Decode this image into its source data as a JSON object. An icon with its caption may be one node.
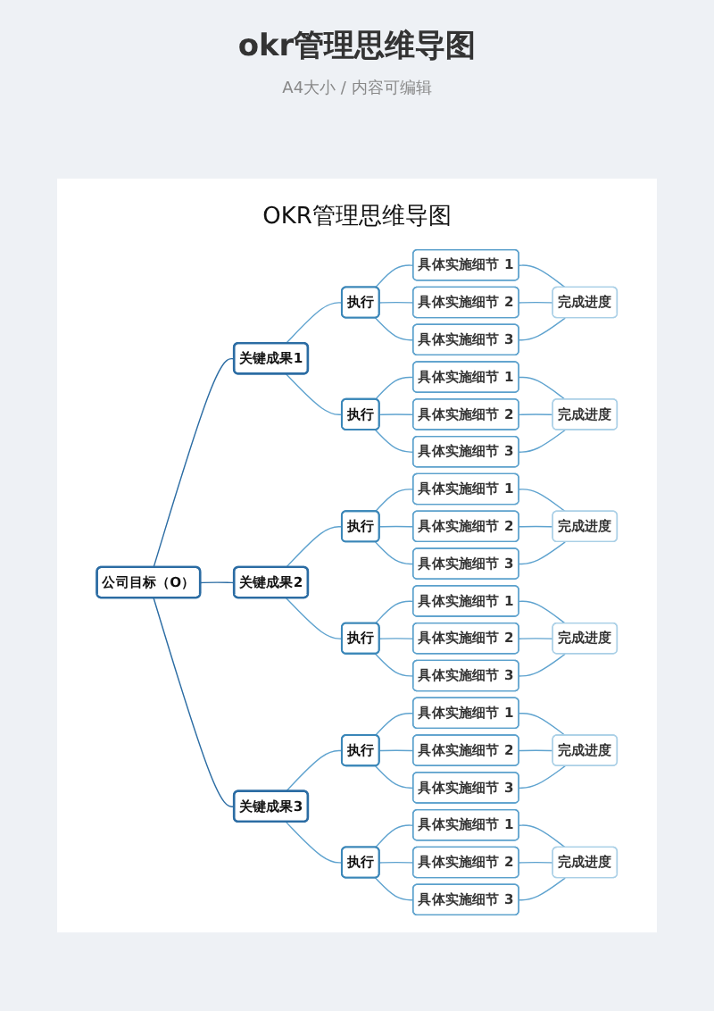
{
  "diagram": {
    "title": "OKR管理思维导图",
    "labels": [
      "okr管理思维导图",
      "A4大小 / 内容可编辑"
    ],
    "nodes": [
      {
        "text": [
          "公司目标（O）"
        ]
      },
      {
        "text": [
          "关键成果1"
        ]
      },
      {
        "text": [
          "执行"
        ]
      },
      {
        "text": [
          "具体实施细节 1"
        ]
      },
      {
        "text": [
          "具体实施细节 2"
        ]
      },
      {
        "text": [
          "具体实施细节 3"
        ]
      },
      {
        "text": [
          "完成进度"
        ]
      },
      {
        "text": [
          "执行"
        ]
      },
      {
        "text": [
          "具体实施细节 1"
        ]
      },
      {
        "text": [
          "具体实施细节 2"
        ]
      },
      {
        "text": [
          "具体实施细节 3"
        ]
      },
      {
        "text": [
          "完成进度"
        ]
      },
      {
        "text": [
          "关键成果2"
        ]
      },
      {
        "text": [
          "执行"
        ]
      },
      {
        "text": [
          "具体实施细节 1"
        ]
      },
      {
        "text": [
          "具体实施细节 2"
        ]
      },
      {
        "text": [
          "具体实施细节 3"
        ]
      },
      {
        "text": [
          "完成进度"
        ]
      },
      {
        "text": [
          "执行"
        ]
      },
      {
        "text": [
          "具体实施细节 1"
        ]
      },
      {
        "text": [
          "具体实施细节 2"
        ]
      },
      {
        "text": [
          "具体实施细节 3"
        ]
      },
      {
        "text": [
          "完成进度"
        ]
      },
      {
        "text": [
          "关键成果3"
        ]
      },
      {
        "text": [
          "执行"
        ]
      },
      {
        "text": [
          "具体实施细节 1"
        ]
      },
      {
        "text": [
          "具体实施细节 2"
        ]
      },
      {
        "text": [
          "具体实施细节 3"
        ]
      },
      {
        "text": [
          "完成进度"
        ]
      },
      {
        "text": [
          "执行"
        ]
      },
      {
        "text": [
          "具体实施细节 1"
        ]
      },
      {
        "text": [
          "具体实施细节 2"
        ]
      },
      {
        "text": [
          "具体实施细节 3"
        ]
      },
      {
        "text": [
          "完成进度"
        ]
      }
    ],
    "edges": [
      {
        "from": 0,
        "to": 1,
        "arrow": "none",
        "color": "#2b6ca3"
      },
      {
        "from": 0,
        "to": 12,
        "arrow": "none",
        "color": "#2b6ca3"
      },
      {
        "from": 0,
        "to": 23,
        "arrow": "none",
        "color": "#2b6ca3"
      },
      {
        "from": 1,
        "to": 2,
        "arrow": "none"
      },
      {
        "from": 1,
        "to": 7,
        "arrow": "none"
      },
      {
        "from": 12,
        "to": 13,
        "arrow": "none"
      },
      {
        "from": 12,
        "to": 18,
        "arrow": "none"
      },
      {
        "from": 23,
        "to": 24,
        "arrow": "none"
      },
      {
        "from": 23,
        "to": 29,
        "arrow": "none"
      },
      {
        "from": 2,
        "to": 3,
        "arrow": "none"
      },
      {
        "from": 2,
        "to": 4,
        "arrow": "none"
      },
      {
        "from": 2,
        "to": 5,
        "arrow": "none"
      },
      {
        "from": 7,
        "to": 8,
        "arrow": "none"
      },
      {
        "from": 7,
        "to": 9,
        "arrow": "none"
      },
      {
        "from": 7,
        "to": 10,
        "arrow": "none"
      },
      {
        "from": 13,
        "to": 14,
        "arrow": "none"
      },
      {
        "from": 13,
        "to": 15,
        "arrow": "none"
      },
      {
        "from": 13,
        "to": 16,
        "arrow": "none"
      },
      {
        "from": 18,
        "to": 19,
        "arrow": "none"
      },
      {
        "from": 18,
        "to": 20,
        "arrow": "none"
      },
      {
        "from": 18,
        "to": 21,
        "arrow": "none"
      },
      {
        "from": 24,
        "to": 25,
        "arrow": "none"
      },
      {
        "from": 24,
        "to": 26,
        "arrow": "none"
      },
      {
        "from": 24,
        "to": 27,
        "arrow": "none"
      },
      {
        "from": 29,
        "to": 30,
        "arrow": "none"
      },
      {
        "from": 29,
        "to": 31,
        "arrow": "none"
      },
      {
        "from": 29,
        "to": 32,
        "arrow": "none"
      },
      {
        "from": 3,
        "to": 6,
        "arrow": "none"
      },
      {
        "from": 4,
        "to": 6,
        "arrow": "none"
      },
      {
        "from": 5,
        "to": 6,
        "arrow": "none"
      },
      {
        "from": 8,
        "to": 11,
        "arrow": "none"
      },
      {
        "from": 9,
        "to": 11,
        "arrow": "none"
      },
      {
        "from": 10,
        "to": 11,
        "arrow": "none"
      },
      {
        "from": 14,
        "to": 17,
        "arrow": "none"
      },
      {
        "from": 15,
        "to": 17,
        "arrow": "none"
      },
      {
        "from": 16,
        "to": 17,
        "arrow": "none"
      },
      {
        "from": 19,
        "to": 22,
        "arrow": "none"
      },
      {
        "from": 20,
        "to": 22,
        "arrow": "none"
      },
      {
        "from": 21,
        "to": 22,
        "arrow": "none"
      },
      {
        "from": 25,
        "to": 28,
        "arrow": "none"
      },
      {
        "from": 26,
        "to": 28,
        "arrow": "none"
      },
      {
        "from": 27,
        "to": 28,
        "arrow": "none"
      },
      {
        "from": 30,
        "to": 33,
        "arrow": "none"
      },
      {
        "from": 31,
        "to": 33,
        "arrow": "none"
      },
      {
        "from": 32,
        "to": 33,
        "arrow": "none"
      }
    ]
  }
}
